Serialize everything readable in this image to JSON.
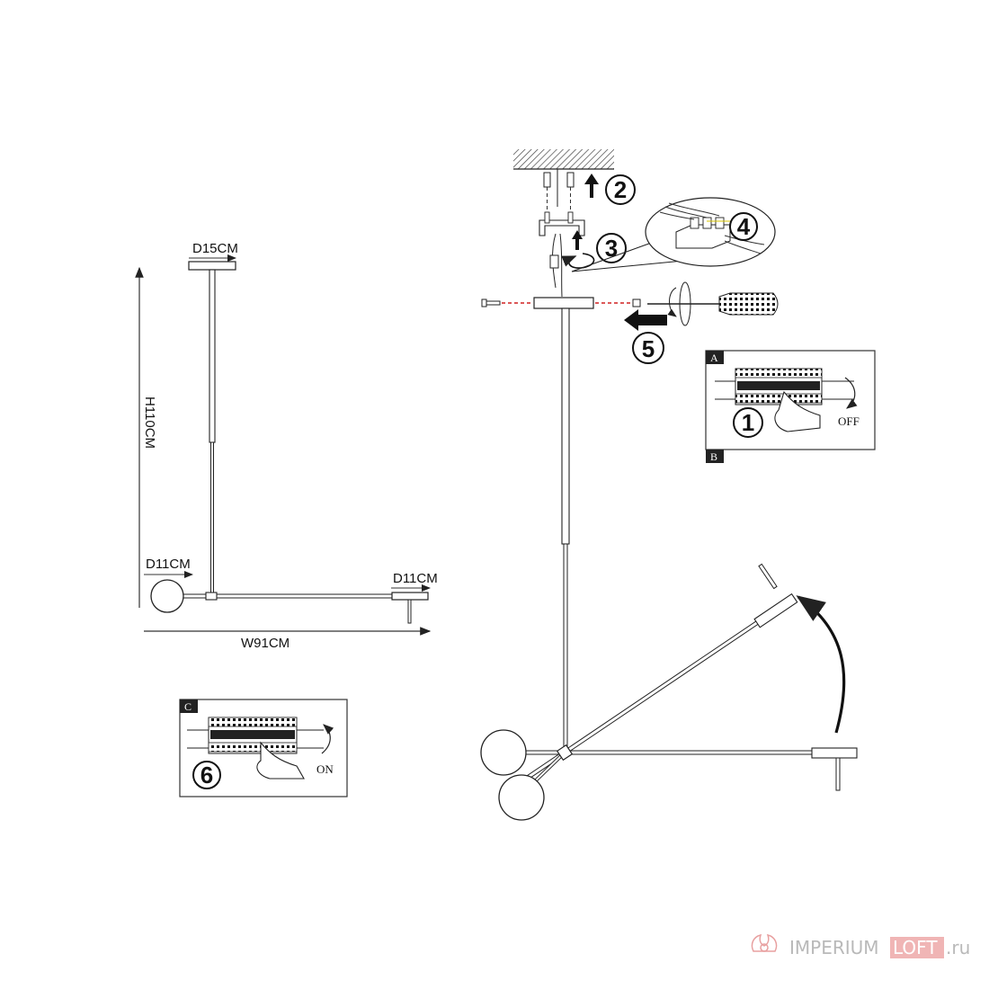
{
  "dimensions": {
    "top_canopy": "D15CM",
    "height": "H110CM",
    "globe": "D11CM",
    "end_canopy": "D11CM",
    "width": "W91CM"
  },
  "steps": {
    "step1": "1",
    "step2": "2",
    "step3": "3",
    "step4": "4",
    "step5": "5",
    "step6": "6"
  },
  "breaker": {
    "off_label": "OFF",
    "on_label": "ON",
    "box_a": "A",
    "box_b": "B",
    "box_c": "C"
  },
  "watermark": {
    "part1": "IMPERIUM",
    "part2": "LOFT",
    "part3": ".ru"
  },
  "colors": {
    "line": "#222222",
    "hatch": "#555555",
    "dash_red": "#d02020",
    "watermark_grey": "#b9b9b9",
    "watermark_red": "#e8a0a0"
  }
}
